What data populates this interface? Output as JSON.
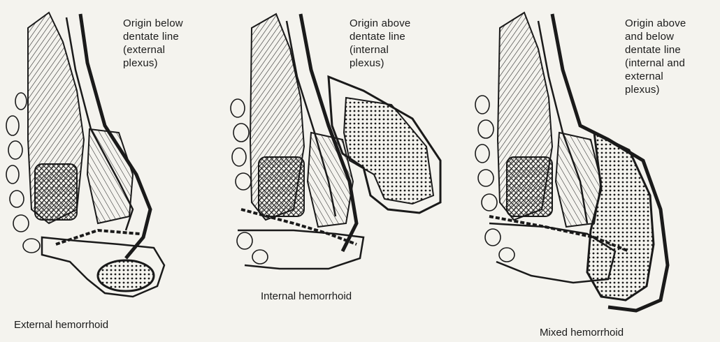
{
  "panels": [
    {
      "caption": "External hemorrhoid",
      "origin_label": "Origin below\ndentate line\n(external\nplexus)"
    },
    {
      "caption": "Internal hemorrhoid",
      "origin_label": "Origin above\ndentate line\n(internal\nplexus)"
    },
    {
      "caption": "Mixed hemorrhoid",
      "origin_label": "Origin above\nand below\ndentate line\n(internal and\nexternal\nplexus)"
    }
  ],
  "colors": {
    "ink": "#1a1a1a",
    "paper": "#f4f3ee"
  }
}
